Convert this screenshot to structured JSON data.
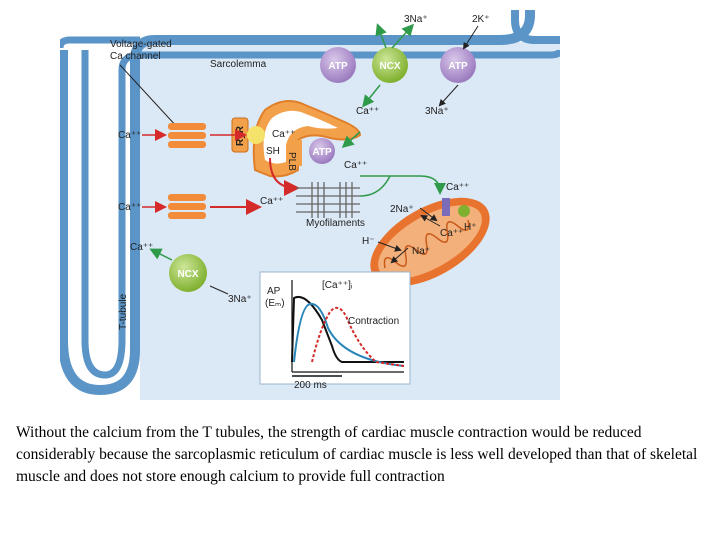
{
  "labels": {
    "voltage_gated_1": "Voltage-gated",
    "voltage_gated_2": "Ca channel",
    "sarcolemma": "Sarcolemma",
    "atp_left": "ATP",
    "ncx_top": "NCX",
    "atp_right": "ATP",
    "na_top": "3Na⁺",
    "k_top": "2K⁺",
    "ca_pump_out": "Ca⁺⁺",
    "na_pump_in": "3Na⁺",
    "ca_left_1": "Ca⁺⁺",
    "ryr": "RyR",
    "sr_ca": "Ca⁺⁺",
    "sh": "SH",
    "plb": "PLB",
    "atp_sr": "ATP",
    "ca_sr_out": "Ca⁺⁺",
    "ca_left_2": "Ca⁺⁺",
    "ca_mid": "Ca⁺⁺",
    "myofilaments": "Myofilaments",
    "mito_ca": "Ca⁺⁺",
    "mito_2na": "2Na⁺",
    "mito_h_plus": "H⁺",
    "mito_ca_in": "Ca⁺⁺",
    "mito_h_minus": "H⁻",
    "mito_na": "Na⁺",
    "ca_left_3": "Ca⁺⁺",
    "ncx_bottom": "NCX",
    "na_bottom": "3Na⁺",
    "t_tubule": "T-tubule",
    "graph_ap_1": "AP",
    "graph_ap_2": "(Eₘ)",
    "graph_cai": "[Ca⁺⁺]ᵢ",
    "graph_contraction": "Contraction",
    "graph_scale": "200 ms"
  },
  "colors": {
    "membrane": "#5b95c8",
    "cell_interior": "#dbe8f5",
    "atp_pump": "#b59ad0",
    "ncx": "#9bc84a",
    "sr_orange": "#f2a04a",
    "mito": "#e8732e",
    "arrow_red": "#d42a2a",
    "arrow_green": "#2f9a4a",
    "ap_curve": "#111111",
    "ca_curve": "#2a86b8",
    "contraction_curve": "#d42a2a"
  },
  "caption": "Without the calcium from the T tubules, the strength of cardiac muscle contraction would be reduced considerably because the sarcoplasmic reticulum of cardiac muscle is less well developed than that of skeletal muscle and does not store enough calcium to provide full contraction"
}
